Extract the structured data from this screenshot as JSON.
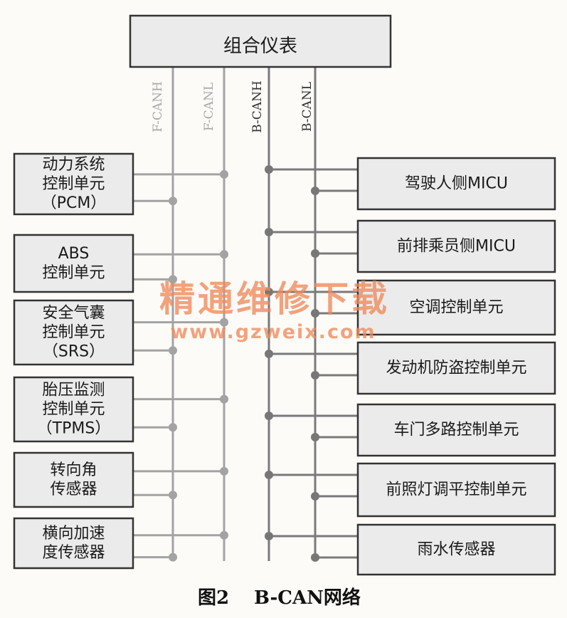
{
  "header": {
    "label": "组合仪表"
  },
  "buses": [
    {
      "label": "F-CANH",
      "color": "#9e9e9e"
    },
    {
      "label": "F-CANL",
      "color": "#9e9e9e"
    },
    {
      "label": "B-CANH",
      "color": "#6a6a6a"
    },
    {
      "label": "B-CANL",
      "color": "#6a6a6a"
    }
  ],
  "left_units": [
    {
      "lines": [
        "动力系统",
        "控制单元",
        "（PCM）"
      ]
    },
    {
      "lines": [
        "ABS",
        "控制单元"
      ]
    },
    {
      "lines": [
        "安全气囊",
        "控制单元",
        "（SRS）"
      ]
    },
    {
      "lines": [
        "胎压监测",
        "控制单元",
        "（TPMS）"
      ]
    },
    {
      "lines": [
        "转向角",
        "传感器"
      ]
    },
    {
      "lines": [
        "横向加速",
        "度传感器"
      ]
    }
  ],
  "right_units": [
    {
      "lines": [
        "驾驶人侧MICU"
      ]
    },
    {
      "lines": [
        "前排乘员侧MICU"
      ]
    },
    {
      "lines": [
        "空调控制单元"
      ]
    },
    {
      "lines": [
        "发动机防盗控制单元"
      ]
    },
    {
      "lines": [
        "车门多路控制单元"
      ]
    },
    {
      "lines": [
        "前照灯调平控制单元"
      ]
    },
    {
      "lines": [
        "雨水传感器"
      ]
    }
  ],
  "watermark": {
    "title": "精通维修下载",
    "url": "www.gzweix.com"
  },
  "caption": {
    "figure": "图2",
    "title": "B-CAN网络"
  },
  "colors": {
    "box_fill": "#ebebeb",
    "box_stroke": "#333333",
    "f_can_wire": "#a3a3a3",
    "b_can_wire": "#7a7a7a",
    "watermark": "#f08a5a"
  }
}
